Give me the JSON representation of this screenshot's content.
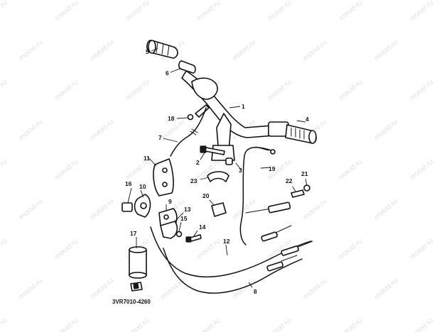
{
  "diagram": {
    "watermark_text": "motod.ru",
    "drawing_code": "3VR7010-4260",
    "callouts": [
      "1",
      "2",
      "3",
      "4",
      "5",
      "6",
      "7",
      "8",
      "9",
      "10",
      "11",
      "12",
      "13",
      "14",
      "15",
      "16",
      "17",
      "18",
      "19",
      "20",
      "21",
      "22",
      "23"
    ]
  }
}
